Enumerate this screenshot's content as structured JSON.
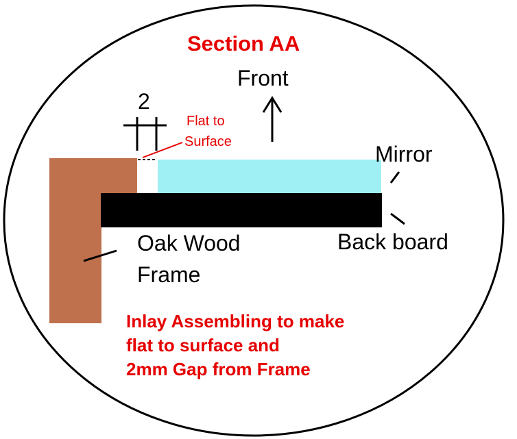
{
  "title": "Section AA",
  "labels": {
    "front": "Front",
    "dimension": "2",
    "flat_line1": "Flat to",
    "flat_line2": "Surface",
    "mirror": "Mirror",
    "back_board": "Back board",
    "oak_line1": "Oak Wood",
    "oak_line2": "Frame"
  },
  "note": {
    "line1": "Inlay Assembling to make",
    "line2": "flat to surface and",
    "line3": "2mm Gap from Frame"
  },
  "colors": {
    "frame": "#bf714d",
    "mirror": "#9ff0f5",
    "back_board": "#000000",
    "accent_text": "#e60000",
    "outline": "#000000"
  }
}
